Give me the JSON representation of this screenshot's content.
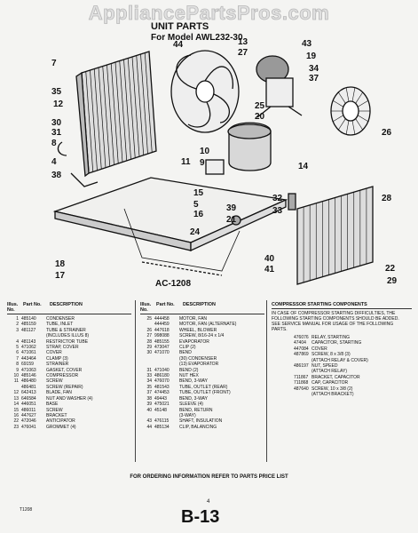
{
  "watermark": "AppliancePartsPros.com",
  "title": "UNIT PARTS",
  "subtitle": "For Model AWL232-30",
  "diagram_code": "AC-1208",
  "callouts": [
    "7",
    "35",
    "12",
    "30",
    "31",
    "8",
    "4",
    "38",
    "11",
    "18",
    "17",
    "44",
    "13",
    "27",
    "43",
    "19",
    "34",
    "37",
    "25",
    "20",
    "26",
    "10",
    "9",
    "14",
    "32",
    "33",
    "39",
    "21",
    "15",
    "5",
    "16",
    "24",
    "28",
    "40",
    "41",
    "22",
    "29"
  ],
  "columns": [
    {
      "headers": [
        "Illus. No.",
        "Part No.",
        "DESCRIPTION"
      ],
      "rows": [
        [
          "1",
          "485140",
          "CONDENSER"
        ],
        [
          "2",
          "485159",
          "TUBE, INLET"
        ],
        [
          "3",
          "481127",
          "TUBE & STRAINER"
        ],
        [
          "",
          "",
          "(INCLUDES ILLUS 8)"
        ],
        [
          "4",
          "481143",
          "RESTRICTOR TUBE"
        ],
        [
          "5",
          "471062",
          "STRAP, COVER"
        ],
        [
          "6",
          "471061",
          "COVER"
        ],
        [
          "7",
          "443464",
          "CLAMP (3)"
        ],
        [
          "8",
          "69159",
          "STRAINER"
        ],
        [
          "9",
          "471063",
          "GASKET, COVER"
        ],
        [
          "10",
          "485146",
          "COMPRESSOR"
        ],
        [
          "11",
          "486480",
          "SCREW"
        ],
        [
          "",
          "486481",
          "SCREW (REPAIR)"
        ],
        [
          "12",
          "642413",
          "BLADE, FAN"
        ],
        [
          "13",
          "646584",
          "NUT AND WASHER (4)"
        ],
        [
          "14",
          "446051",
          "BASE"
        ],
        [
          "15",
          "486011",
          "SCREW"
        ],
        [
          "16",
          "447627",
          "BRACKET"
        ],
        [
          "22",
          "472046",
          "ANTICIPATOR"
        ],
        [
          "23",
          "476041",
          "GROMMET (4)"
        ]
      ]
    },
    {
      "headers": [
        "Illus. No.",
        "Part No.",
        "DESCRIPTION"
      ],
      "rows": [
        [
          "25",
          "444458",
          "MOTOR, FAN"
        ],
        [
          "",
          "444459",
          "MOTOR, FAN (ALTERNATE)"
        ],
        [
          "26",
          "447618",
          "WHEEL, BLOWER"
        ],
        [
          "27",
          "998088",
          "SCREW, 8/16-24 x 1/4"
        ],
        [
          "28",
          "485155",
          "EVAPORATOR"
        ],
        [
          "29",
          "473047",
          "CLIP (2)"
        ],
        [
          "30",
          "471070",
          "BEND"
        ],
        [
          "",
          "",
          "(30) CONDENSER"
        ],
        [
          "",
          "",
          "(13) EVAPORATOR"
        ],
        [
          "31",
          "471040",
          "BEND (2)"
        ],
        [
          "33",
          "486180",
          "NUT HEX"
        ],
        [
          "34",
          "476070",
          "BEND, 3-WAY"
        ],
        [
          "35",
          "481543",
          "TUBE, OUTLET (REAR)"
        ],
        [
          "37",
          "474453",
          "TUBE, OUTLET (FRONT)"
        ],
        [
          "38",
          "49443",
          "BEND, 3-WAY"
        ],
        [
          "39",
          "475021",
          "SLEEVE (4)"
        ],
        [
          "40",
          "45148",
          "BEND, RETURN"
        ],
        [
          "",
          "",
          "(3-WAY)"
        ],
        [
          "43",
          "476115",
          "SHAFT, INSULATION"
        ],
        [
          "44",
          "485134",
          "CLIP, BALANCING"
        ]
      ]
    }
  ],
  "compressor": {
    "heading": "COMPRESSOR STARTING COMPONENTS",
    "text": "IN CASE OF COMPRESSOR STARTING DIFFICULTIES, THE FOLLOWING STARTING COMPONENTS SHOULD BE ADDED. SEE SERVICE MANUAL FOR USAGE OF THE FOLLOWING PARTS.",
    "rows": [
      [
        "",
        "476076",
        "RELAY, STARTING"
      ],
      [
        "",
        "47404",
        "CAPACITOR, STARTING"
      ],
      [
        "",
        "447084",
        "COVER"
      ],
      [
        "",
        "487869",
        "SCREW, 8 x 3/8 (3)"
      ],
      [
        "",
        "",
        "(ATTACH RELAY & COVER)"
      ],
      [
        "",
        "486197",
        "NUT, SPEED"
      ],
      [
        "",
        "",
        "(ATTACH RELAY)"
      ],
      [
        "",
        "711867",
        "BRACKET, CAPACITOR"
      ],
      [
        "",
        "711868",
        "CAP, CAPACITOR"
      ],
      [
        "",
        "487640",
        "SCREW, 10 x 3/8 (2)"
      ],
      [
        "",
        "",
        "(ATTACH BRACKET)"
      ]
    ]
  },
  "footer": "FOR ORDERING INFORMATION REFER TO PARTS PRICE LIST",
  "page_number": "4",
  "page_label": "B-13",
  "doc_code": "T1208"
}
